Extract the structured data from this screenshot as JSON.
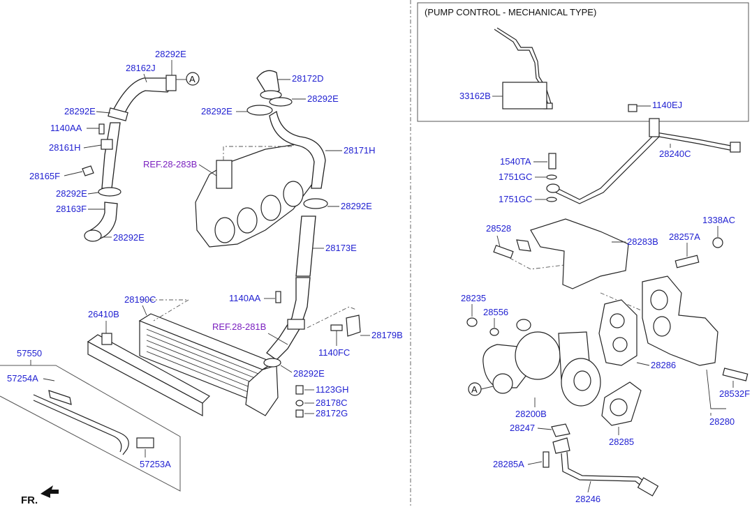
{
  "inset": {
    "title": "(PUMP CONTROL - MECHANICAL TYPE)",
    "part": "33162B"
  },
  "labels": {
    "p28292E_a": "28292E",
    "p28162J": "28162J",
    "callout_a_top": "A",
    "p28292E_b": "28292E",
    "p1140AA_a": "1140AA",
    "p28161H": "28161H",
    "p28165F": "28165F",
    "p28292E_c": "28292E",
    "p28163F": "28163F",
    "p28292E_d": "28292E",
    "p28172D": "28172D",
    "p28292E_e": "28292E",
    "p28292E_f": "28292E",
    "p28171H": "28171H",
    "ref_283B": "REF.28-283B",
    "p28292E_g": "28292E",
    "p28173E": "28173E",
    "p1140AA_b": "1140AA",
    "p28190C": "28190C",
    "p26410B": "26410B",
    "ref_281B": "REF.28-281B",
    "p28179B": "28179B",
    "p1140FC": "1140FC",
    "p57550": "57550",
    "p57254A": "57254A",
    "p28292E_h": "28292E",
    "p1123GH": "1123GH",
    "p28178C": "28178C",
    "p28172G": "28172G",
    "p57253A": "57253A",
    "fr": "FR.",
    "p1140EJ": "1140EJ",
    "p28240C": "28240C",
    "p1540TA": "1540TA",
    "p1751GC_a": "1751GC",
    "p1751GC_b": "1751GC",
    "p28528": "28528",
    "p28283B": "28283B",
    "p1338AC": "1338AC",
    "p28257A": "28257A",
    "p28235": "28235",
    "p28556": "28556",
    "p28286": "28286",
    "callout_a_bottom": "A",
    "p28200B": "28200B",
    "p28532F": "28532F",
    "p28247": "28247",
    "p28285": "28285",
    "p28280": "28280",
    "p28285A": "28285A",
    "p28246": "28246"
  }
}
